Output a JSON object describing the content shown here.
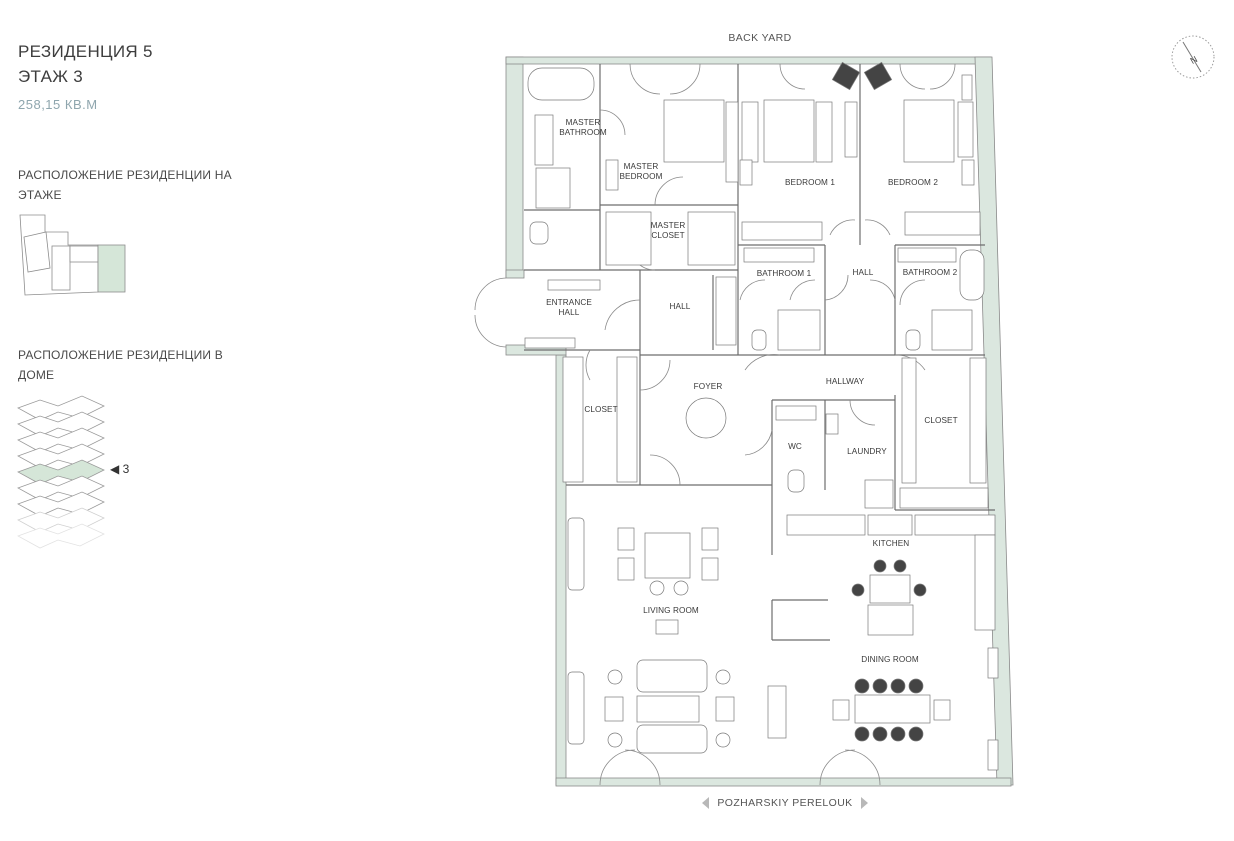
{
  "header": {
    "title_line1": "РЕЗИДЕНЦИЯ 5",
    "title_line2": "ЭТАЖ 3",
    "area": "258,15 КВ.М"
  },
  "floor_location": {
    "label": "РАСПОЛОЖЕНИЕ РЕЗИДЕНЦИИ НА ЭТАЖЕ"
  },
  "building_location": {
    "label": "РАСПОЛОЖЕНИЕ РЕЗИДЕНЦИИ В ДОМЕ",
    "current_floor": "3"
  },
  "orientation": {
    "backyard": "BACK YARD",
    "street": "POZHARSKIY PERELOUK",
    "compass": "N"
  },
  "colors": {
    "wall": "#dbe7df",
    "wall_stroke": "#8a8a8a",
    "highlight": "#d5e6d8",
    "text": "#3a3a3a"
  },
  "rooms": {
    "master_bathroom": "MASTER BATHROOM",
    "master_bedroom": "MASTER BEDROOM",
    "master_closet": "MASTER CLOSET",
    "bedroom1": "BEDROOM 1",
    "bedroom2": "BEDROOM 2",
    "bathroom1": "BATHROOM 1",
    "bathroom2": "BATHROOM 2",
    "hall_upper": "HALL",
    "entrance_hall": "ENTRANCE HALL",
    "hall": "HALL",
    "foyer": "FOYER",
    "hallway": "HALLWAY",
    "closet_left": "CLOSET",
    "closet_right": "CLOSET",
    "wc": "WC",
    "laundry": "LAUNDRY",
    "kitchen": "KITCHEN",
    "living_room": "LIVING ROOM",
    "dining_room": "DINING ROOM"
  }
}
